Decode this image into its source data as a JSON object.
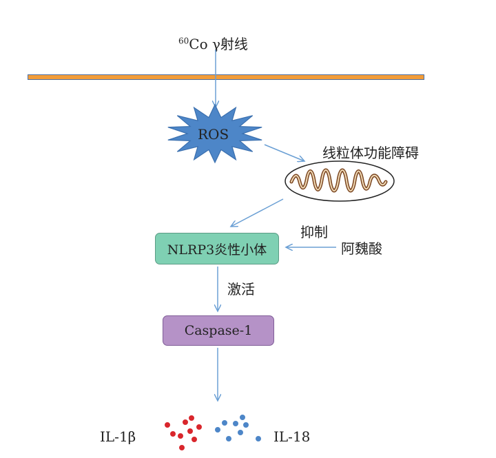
{
  "source": {
    "sup": "60",
    "text": "Co γ射线"
  },
  "ros": {
    "label": "ROS",
    "color": "#4d86c8"
  },
  "mito": {
    "label": "线粒体功能障碍"
  },
  "nlrp3": {
    "label": "NLRP3炎性小体",
    "color": "#7fd0b3"
  },
  "inhibit": {
    "label": "抑制"
  },
  "drug": {
    "label": "阿魏酸"
  },
  "activate": {
    "label": "激活"
  },
  "caspase": {
    "label": "Caspase-1",
    "color": "#b592c7"
  },
  "il1b": {
    "label": "IL-1β",
    "dot_color": "#d9262c"
  },
  "il18": {
    "label": "IL-18",
    "dot_color": "#4d86c8"
  },
  "colors": {
    "membrane": "#f29c38",
    "arrow": "#6a9fd4"
  }
}
